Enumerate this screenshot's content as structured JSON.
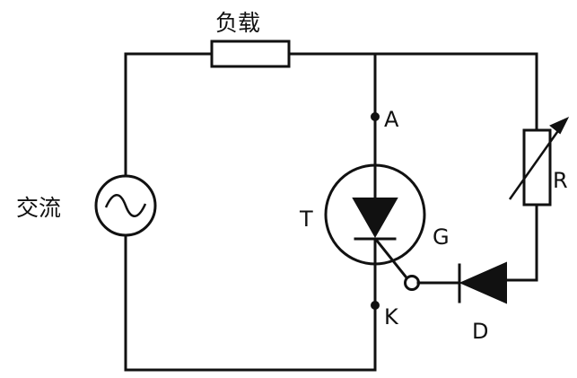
{
  "labels": {
    "load": "负载",
    "ac": "交流",
    "anode": "A",
    "cathode": "K",
    "gate": "G",
    "thyristor": "T",
    "resistor": "R",
    "diode": "D"
  }
}
